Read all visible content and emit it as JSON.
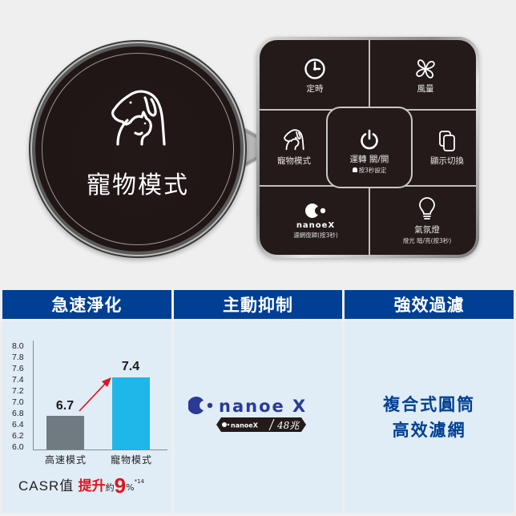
{
  "zoom_callout": {
    "icon": "pet-icon",
    "label": "寵物模式"
  },
  "control_panel": {
    "keys": [
      {
        "id": "timer",
        "icon": "clock-icon",
        "label": "定時"
      },
      {
        "id": "fan",
        "icon": "fan-icon",
        "label": "風量"
      },
      {
        "id": "pet",
        "icon": "pet-icon",
        "label": "寵物模式"
      },
      {
        "id": "power",
        "icon": "power-icon",
        "label": "運轉 關/開",
        "sub_icon": "lock-icon",
        "sub": "按3秒設定"
      },
      {
        "id": "display",
        "icon": "display-switch-icon",
        "label": "顯示切換"
      },
      {
        "id": "nanoe",
        "icon": "nanoe-icon",
        "brand": "nanoeX",
        "sub": "濾網復歸(按3秒)"
      },
      {
        "id": "lamp",
        "icon": "bulb-icon",
        "label": "氣氛燈",
        "sub": "燈光 暗/亮(按3秒)"
      }
    ]
  },
  "features": [
    {
      "header": "急速淨化"
    },
    {
      "header": "主動抑制",
      "brand": "nanoe X",
      "badge_brand": "nanoeX",
      "badge_value": "48兆"
    },
    {
      "header": "強效過濾",
      "lines": [
        "複合式圓筒",
        "高效濾網"
      ]
    }
  ],
  "casr": {
    "prefix": "CASR值",
    "up": "提升",
    "approx": "約",
    "value": "9",
    "unit": "%",
    "note": "*14"
  },
  "colors": {
    "header_blue": "#003f94",
    "body_light_blue": "#e0ecf6",
    "bar_gray": "#6f7b80",
    "bar_cyan": "#1fb6ea",
    "accent_red": "#e0141e",
    "panel_dark": "#231a19"
  },
  "chart_data": {
    "type": "bar",
    "title": "",
    "categories": [
      "高速模式",
      "寵物模式"
    ],
    "values": [
      6.7,
      7.4
    ],
    "data_labels": [
      "6.7",
      "7.4"
    ],
    "y_ticks": [
      "8.0",
      "7.8",
      "7.6",
      "7.4",
      "7.2",
      "7.0",
      "6.8",
      "6.4",
      "6.2",
      "6.0"
    ],
    "ylim": [
      6.0,
      8.0
    ],
    "xlabel": "",
    "ylabel": "",
    "grid": false,
    "legend": null,
    "annotations": [
      "red arrow from 6.7 bar to 7.4 bar",
      "CASR值 提升約 9% *14"
    ]
  }
}
